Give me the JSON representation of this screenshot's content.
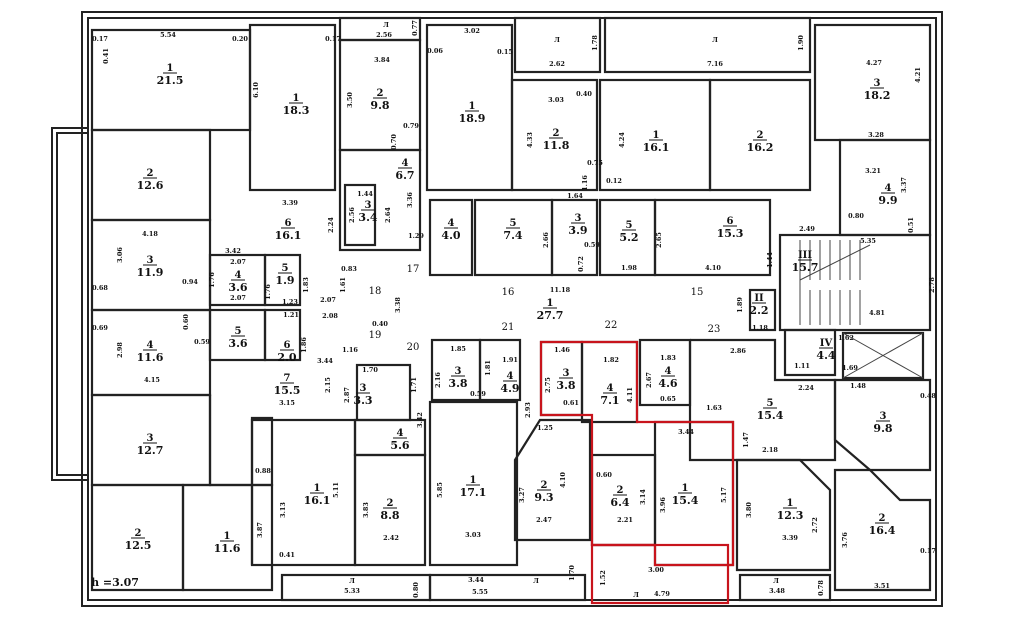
{
  "plan": {
    "ceiling_height": "h =3.07",
    "highlight_color": "#c8141c",
    "balcony_label": "Л",
    "rooms": [
      {
        "num": "1",
        "area": "21.5"
      },
      {
        "num": "1",
        "area": "18.3"
      },
      {
        "num": "2",
        "area": "9.8"
      },
      {
        "num": "2",
        "area": "12.6"
      },
      {
        "num": "4",
        "area": "6.7"
      },
      {
        "num": "3",
        "area": "3.4"
      },
      {
        "num": "6",
        "area": "16.1"
      },
      {
        "num": "3",
        "area": "11.9"
      },
      {
        "num": "4",
        "area": "3.6"
      },
      {
        "num": "5",
        "area": "1.9"
      },
      {
        "num": "4",
        "area": "11.6"
      },
      {
        "num": "5",
        "area": "3.6"
      },
      {
        "num": "6",
        "area": "2.0"
      },
      {
        "num": "7",
        "area": "15.5"
      },
      {
        "num": "3",
        "area": "3.3"
      },
      {
        "num": "4",
        "area": "5.6"
      },
      {
        "num": "3",
        "area": "12.7"
      },
      {
        "num": "2",
        "area": "12.5"
      },
      {
        "num": "1",
        "area": "11.6"
      },
      {
        "num": "1",
        "area": "16.1"
      },
      {
        "num": "2",
        "area": "8.8"
      },
      {
        "num": "1",
        "area": "17.1"
      },
      {
        "num": "3",
        "area": "3.8"
      },
      {
        "num": "4",
        "area": "4.9"
      },
      {
        "num": "1",
        "area": "18.9"
      },
      {
        "num": "2",
        "area": "11.8"
      },
      {
        "num": "1",
        "area": "16.1"
      },
      {
        "num": "2",
        "area": "16.2"
      },
      {
        "num": "3",
        "area": "18.2"
      },
      {
        "num": "4",
        "area": "9.9"
      },
      {
        "num": "4",
        "area": "4.0"
      },
      {
        "num": "5",
        "area": "7.4"
      },
      {
        "num": "3",
        "area": "3.9"
      },
      {
        "num": "5",
        "area": "5.2"
      },
      {
        "num": "6",
        "area": "15.3"
      },
      {
        "num": "III",
        "area": "15.7"
      },
      {
        "num": "1",
        "area": "27.7"
      },
      {
        "num": "II",
        "area": "2.2"
      },
      {
        "num": "IV",
        "area": "4.4"
      },
      {
        "num": "3",
        "area": "3.8"
      },
      {
        "num": "4",
        "area": "7.1"
      },
      {
        "num": "4",
        "area": "4.6"
      },
      {
        "num": "5",
        "area": "15.4"
      },
      {
        "num": "3",
        "area": "9.8"
      },
      {
        "num": "2",
        "area": "9.3"
      },
      {
        "num": "2",
        "area": "6.4"
      },
      {
        "num": "1",
        "area": "15.4"
      },
      {
        "num": "1",
        "area": "12.3"
      },
      {
        "num": "2",
        "area": "16.4"
      }
    ],
    "markers": [
      "15",
      "16",
      "17",
      "18",
      "19",
      "20",
      "21",
      "22",
      "23"
    ],
    "dimensions": [
      "5.54",
      "0.17",
      "0.41",
      "0.20",
      "6.10",
      "0.17",
      "2.56",
      "0.77",
      "3.84",
      "3.50",
      "0.79",
      "0.70",
      "3.39",
      "2.24",
      "1.44",
      "2.56",
      "2.64",
      "3.36",
      "1.29",
      "4.18",
      "3.06",
      "0.94",
      "0.68",
      "3.42",
      "2.07",
      "1.76",
      "2.07",
      "1.76",
      "1.83",
      "0.83",
      "1.61",
      "2.07",
      "3.38",
      "1.23",
      "0.69",
      "0.60",
      "0.59",
      "1.21",
      "2.08",
      "0.40",
      "2.98",
      "4.15",
      "1.86",
      "1.16",
      "3.44",
      "3.15",
      "2.15",
      "1.70",
      "2.87",
      "3.42",
      "1.71",
      "0.88",
      "3.13",
      "5.11",
      "3.83",
      "2.42",
      "3.87",
      "0.41",
      "5.33",
      "0.80",
      "3.02",
      "0.06",
      "0.15",
      "2.62",
      "1.78",
      "7.16",
      "1.90",
      "3.03",
      "4.33",
      "0.40",
      "4.24",
      "0.75",
      "1.16",
      "0.12",
      "1.64",
      "2.66",
      "0.59",
      "0.72",
      "1.98",
      "2.65",
      "4.10",
      "11.18",
      "4.27",
      "4.21",
      "3.28",
      "3.21",
      "3.37",
      "0.80",
      "0.51",
      "2.49",
      "1.44",
      "5.35",
      "2.78",
      "4.81",
      "1.89",
      "1.18",
      "1.62",
      "1.11",
      "1.69",
      "1.85",
      "2.16",
      "1.91",
      "1.81",
      "0.59",
      "5.85",
      "3.03",
      "2.93",
      "1.46",
      "2.75",
      "0.61",
      "1.82",
      "4.11",
      "1.83",
      "2.67",
      "0.65",
      "2.86",
      "1.63",
      "3.44",
      "1.47",
      "2.24",
      "2.18",
      "3.80",
      "3.39",
      "2.72",
      "3.76",
      "3.51",
      "1.25",
      "2.47",
      "4.10",
      "3.27",
      "0.60",
      "2.21",
      "3.14",
      "3.96",
      "5.17",
      "3.44",
      "5.55",
      "1.70",
      "1.52",
      "3.00",
      "4.79",
      "3.48",
      "0.78",
      "0.17",
      "1.48",
      "0.48"
    ]
  }
}
